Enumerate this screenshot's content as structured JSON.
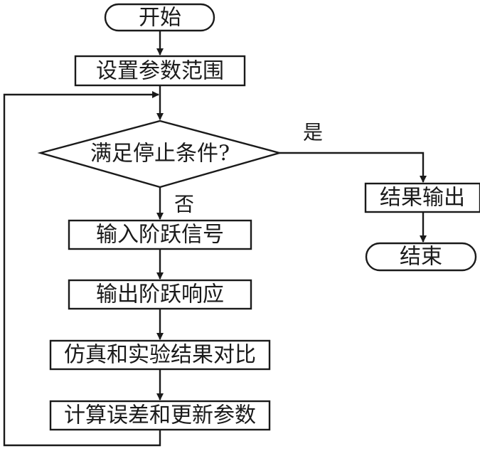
{
  "nodes": {
    "start": "开始",
    "set_params": "设置参数范围",
    "decision": "满足停止条件?",
    "input_step": "输入阶跃信号",
    "output_step": "输出阶跃响应",
    "compare": "仿真和实验结果对比",
    "compute": "计算误差和更新参数",
    "result_output": "结果输出",
    "end": "结束"
  },
  "edges": {
    "yes": "是",
    "no": "否"
  }
}
